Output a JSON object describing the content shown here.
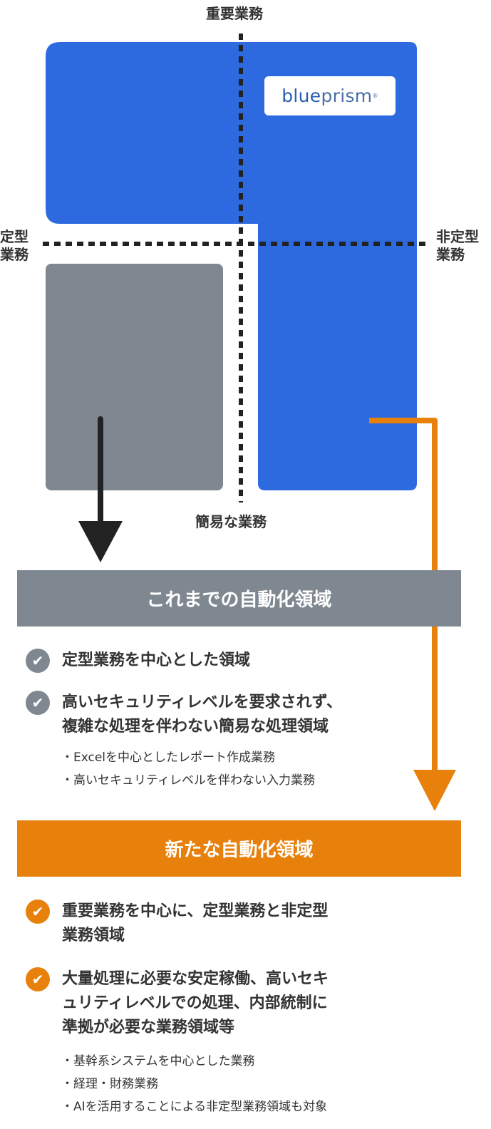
{
  "axis": {
    "top": "重要業務",
    "bottom": "簡易な業務",
    "left_line1": "定型",
    "left_line2": "業務",
    "right_line1": "非定型",
    "right_line2": "業務"
  },
  "logo": {
    "part1": "blue",
    "part2": "prism",
    "mark": "®"
  },
  "colors": {
    "blue": "#2d6ae0",
    "gray": "#7f8891",
    "orange": "#e8800c",
    "dark": "#222222"
  },
  "traditional": {
    "title": "これまでの自動化領域",
    "points": [
      {
        "lines": [
          "定型業務を中心とした領域"
        ]
      },
      {
        "lines": [
          "高いセキュリティレベルを要求されず、",
          "複雑な処理を伴わない簡易な処理領域"
        ]
      }
    ],
    "examples": [
      "・Excelを中心としたレポート作成業務",
      "・高いセキュリティレベルを伴わない入力業務"
    ]
  },
  "new": {
    "title": "新たな自動化領域",
    "points": [
      {
        "lines": [
          "重要業務を中心に、定型業務と非定型",
          "業務領域"
        ]
      },
      {
        "lines": [
          "大量処理に必要な安定稼働、高いセキ",
          "ュリティレベルでの処理、内部統制に",
          "準拠が必要な業務領域等"
        ]
      }
    ],
    "examples": [
      "・基幹系システムを中心とした業務",
      "・経理・財務業務",
      "・AIを活用することによる非定型業務領域も対象"
    ]
  }
}
